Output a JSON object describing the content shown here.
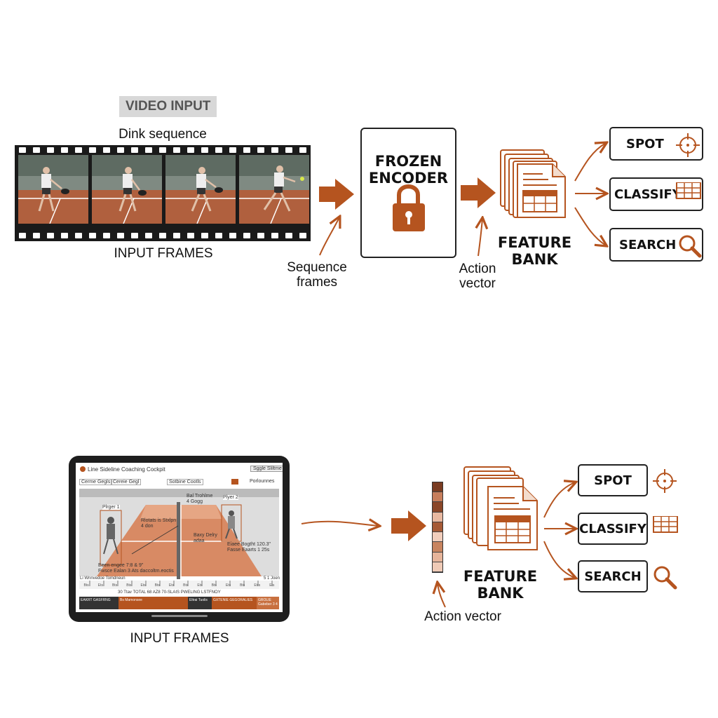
{
  "top": {
    "tag": "VIDEO INPUT",
    "sequence_title": "Dink sequence",
    "frames_caption": "INPUT FRAMES",
    "arrow1_caption": [
      "Sequence",
      "frames"
    ],
    "encoder_title": [
      "FROZEN",
      "ENCODER"
    ],
    "arrow2_caption": [
      "Action",
      "vector"
    ],
    "feature_bank": [
      "FEATURE",
      "BANK"
    ],
    "outputs": [
      "SPOT",
      "CLASSIFY",
      "SEARCH"
    ],
    "classify_icon_label": "class"
  },
  "bottom": {
    "tablet": {
      "title": "Line Sideline Coaching Cockpit",
      "top_button": "Sggle Sliltme",
      "toolbar": [
        "Cerme Gegls",
        "Cereie Gegl",
        "Sotbine Cootls",
        "Porlounnes"
      ],
      "player_left_tag": "Plrger 1",
      "player_right_tag": "Plyer 2",
      "center_note": [
        "Bal Trohlme",
        "4 Gogg"
      ],
      "left_note": [
        "Rlotats is Stxlpn",
        "4 don"
      ],
      "ball_note": [
        "Baxy Delry",
        "adaa"
      ],
      "right_note": [
        "Eiaee Bogtht 120.3\"",
        "Fasse Eaarts 1 25s"
      ],
      "bottom_left_note": [
        "Eeen engee 7:8 & 9\"",
        "Fwsce Ealan 3 Ats daccoltm.eoctis"
      ],
      "timeline_left": "Li Wnnvedoe Tomdneun",
      "timeline_right": "5 1 Joen",
      "timeline_ticks": [
        "Bts",
        "Ets",
        "Bts",
        "Bts",
        "Ets",
        "Bts",
        "Ets",
        "Bts",
        "Ets",
        "Bts",
        "Ets",
        "Bts",
        "Etrs",
        "Ets"
      ],
      "summary": "30 Ttav TOTAL 68 AZ8 70-SLAIS PWELING LSTFNOY",
      "panels": [
        "EAKRT GASFRNG",
        "Bs Mamonsee",
        "Eltrai Tuolis",
        "GXTENIE GEGORALIES",
        "GROLIE Gabeber 3 4"
      ]
    },
    "frames_caption": "INPUT FRAMES",
    "action_caption": "Action vector",
    "feature_bank": [
      "FEATURE",
      "BANK"
    ],
    "outputs": [
      "SPOT",
      "CLASSIFY",
      "SEARCH"
    ],
    "classify_icon_label": "class",
    "vector_cells": [
      "#7a3c22",
      "#c77e5c",
      "#8a4628",
      "#e8b8a0",
      "#a65a36",
      "#f1cdbb",
      "#c8845f",
      "#e6b49a",
      "#efcab6"
    ]
  },
  "colors": {
    "accent": "#b5541f",
    "accent_light": "#f3dccd",
    "dark": "#222222"
  }
}
